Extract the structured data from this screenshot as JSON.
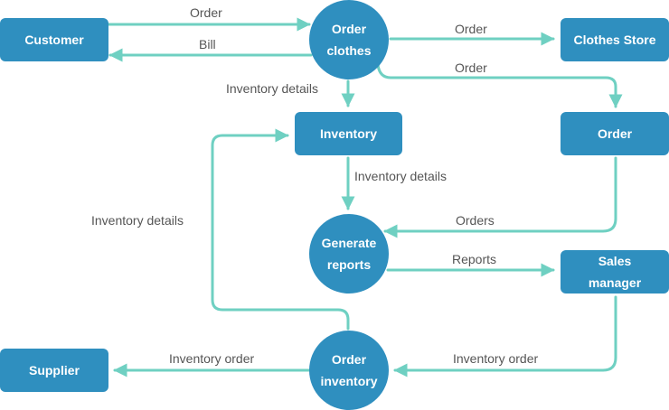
{
  "colors": {
    "node": "#2f8fbf",
    "arrow": "#6fd0c2",
    "label": "#555555",
    "background": "#ffffff"
  },
  "nodes": {
    "customer": "Customer",
    "order_clothes": "Order\nclothes",
    "clothes_store": "Clothes Store",
    "inventory": "Inventory",
    "order": "Order",
    "generate_reports": "Generate\nreports",
    "sales_manager": "Sales\nmanager",
    "order_inventory": "Order\ninventory",
    "supplier": "Supplier"
  },
  "flows": {
    "customer_order": "Order",
    "bill": "Bill",
    "to_store_order": "Order",
    "to_order_store": "Order",
    "inventory_details_top": "Inventory details",
    "inventory_details_mid": "Inventory details",
    "inventory_details_left": "Inventory details",
    "orders": "Orders",
    "reports": "Reports",
    "inventory_order_right": "Inventory order",
    "inventory_order_left": "Inventory order"
  }
}
